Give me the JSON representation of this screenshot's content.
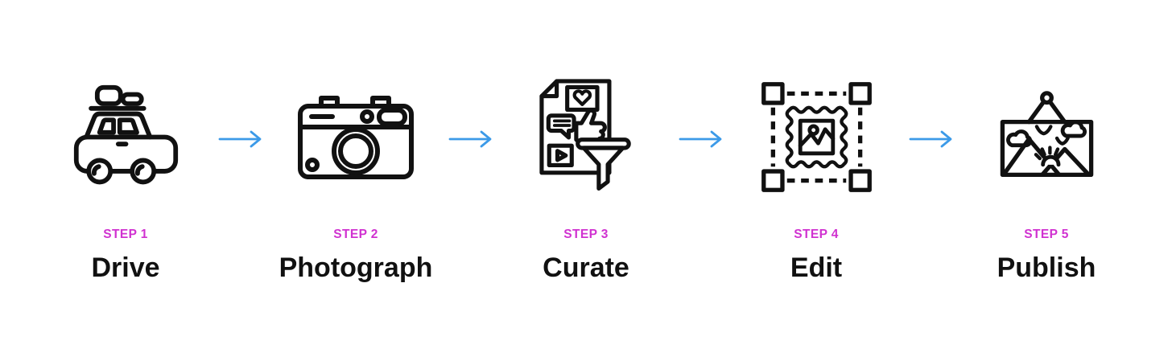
{
  "diagram": {
    "title": "photography-workflow-process",
    "steps": [
      {
        "label": "STEP 1",
        "name": "Drive",
        "icon": "travel-car-icon"
      },
      {
        "label": "STEP 2",
        "name": "Photograph",
        "icon": "camera-icon"
      },
      {
        "label": "STEP 3",
        "name": "Curate",
        "icon": "content-filter-funnel-icon"
      },
      {
        "label": "STEP 4",
        "name": "Edit",
        "icon": "stamp-selection-icon"
      },
      {
        "label": "STEP 5",
        "name": "Publish",
        "icon": "framed-landscape-icon"
      }
    ],
    "arrows": {
      "count": 4,
      "direction": "right"
    },
    "colors": {
      "background": "#ffffff",
      "step_label": "#d031d0",
      "step_name": "#111111",
      "icon_stroke": "#111111",
      "arrow": "#3c9ae8"
    }
  }
}
